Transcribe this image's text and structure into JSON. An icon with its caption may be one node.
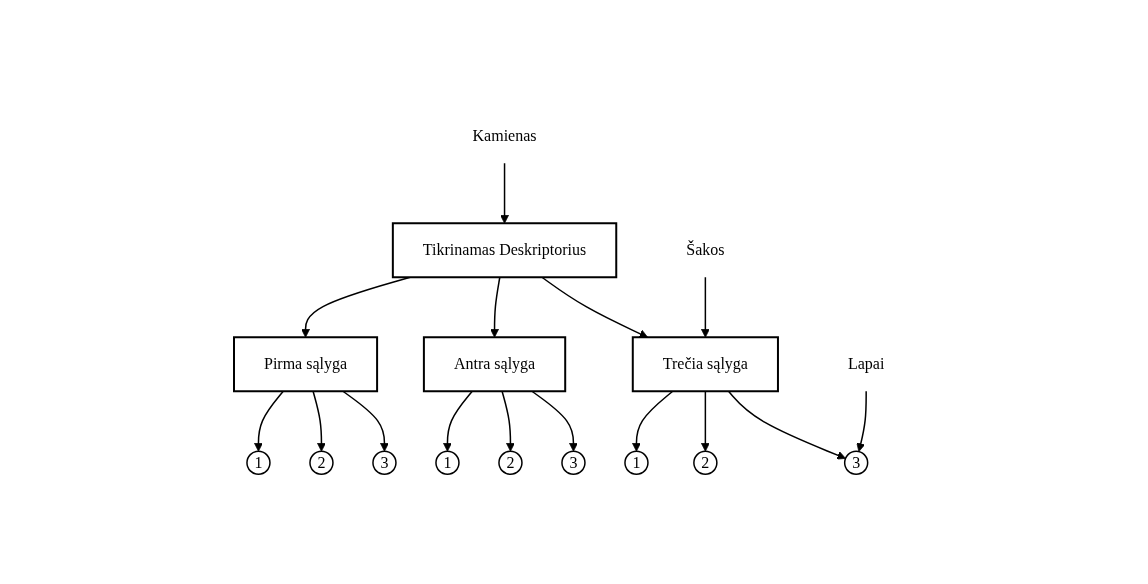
{
  "diagram": {
    "nodes": [
      {
        "text": [
          "Tikrinamas Deskriptorius"
        ]
      },
      {
        "text": [
          "Pirma sąlyga"
        ]
      },
      {
        "text": [
          "Antra sąlyga"
        ]
      },
      {
        "text": [
          "Trečia sąlyga"
        ]
      },
      {
        "text": [
          "1"
        ]
      },
      {
        "text": [
          "2"
        ]
      },
      {
        "text": [
          "3"
        ]
      },
      {
        "text": [
          "1"
        ]
      },
      {
        "text": [
          "2"
        ]
      },
      {
        "text": [
          "3"
        ]
      },
      {
        "text": [
          "1"
        ]
      },
      {
        "text": [
          "2"
        ]
      },
      {
        "text": [
          "3"
        ]
      },
      {
        "text": [
          "Kamienas"
        ]
      },
      {
        "text": [
          "Šakos"
        ]
      },
      {
        "text": [
          "Lapai"
        ]
      }
    ],
    "edges": [
      {
        "from": 0,
        "to": 1,
        "arrow": "to"
      },
      {
        "from": 0,
        "to": 2,
        "arrow": "to"
      },
      {
        "from": 0,
        "to": 3,
        "arrow": "to"
      },
      {
        "from": 13,
        "to": 0,
        "arrow": "to"
      },
      {
        "from": 1,
        "to": 4,
        "arrow": "to"
      },
      {
        "from": 1,
        "to": 5,
        "arrow": "to"
      },
      {
        "from": 1,
        "to": 6,
        "arrow": "to"
      },
      {
        "from": 2,
        "to": 7,
        "arrow": "to"
      },
      {
        "from": 2,
        "to": 8,
        "arrow": "to"
      },
      {
        "from": 2,
        "to": 9,
        "arrow": "to"
      },
      {
        "from": 14,
        "to": 3,
        "arrow": "to"
      },
      {
        "from": 3,
        "to": 10,
        "arrow": "to"
      },
      {
        "from": 3,
        "to": 11,
        "arrow": "to"
      },
      {
        "from": 3,
        "to": 12,
        "arrow": "to"
      },
      {
        "from": 15,
        "to": 12,
        "arrow": "to"
      }
    ]
  }
}
